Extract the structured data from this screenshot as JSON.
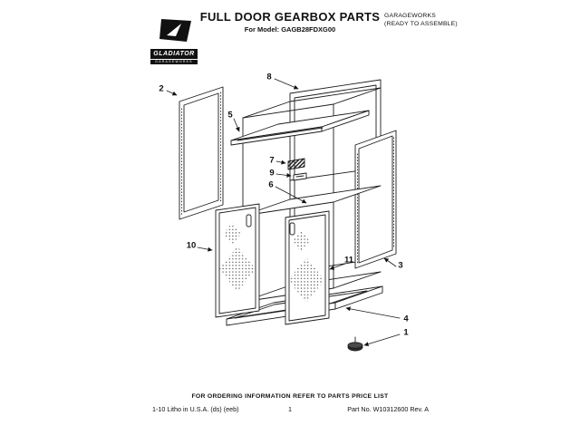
{
  "header": {
    "title": "FULL DOOR GEARBOX PARTS",
    "model": "For Model: GAGB28FDXG00",
    "region_line1": "GARAGEWORKS",
    "region_line2": "(READY TO ASSEMBLE)"
  },
  "logo": {
    "brand": "GLADIATOR",
    "sub": "GARAGEWORKS"
  },
  "diagram": {
    "callouts": [
      {
        "number": "1"
      },
      {
        "number": "2"
      },
      {
        "number": "3"
      },
      {
        "number": "4"
      },
      {
        "number": "5"
      },
      {
        "number": "6"
      },
      {
        "number": "7"
      },
      {
        "number": "8"
      },
      {
        "number": "9"
      },
      {
        "number": "10"
      },
      {
        "number": "11"
      }
    ]
  },
  "footer": {
    "ordering": "FOR ORDERING INFORMATION REFER TO PARTS PRICE LIST",
    "litho": "1-10 Litho in U.S.A. (ds) (eeb)",
    "page": "1",
    "part_no": "Part No. W10312600 Rev. A"
  }
}
